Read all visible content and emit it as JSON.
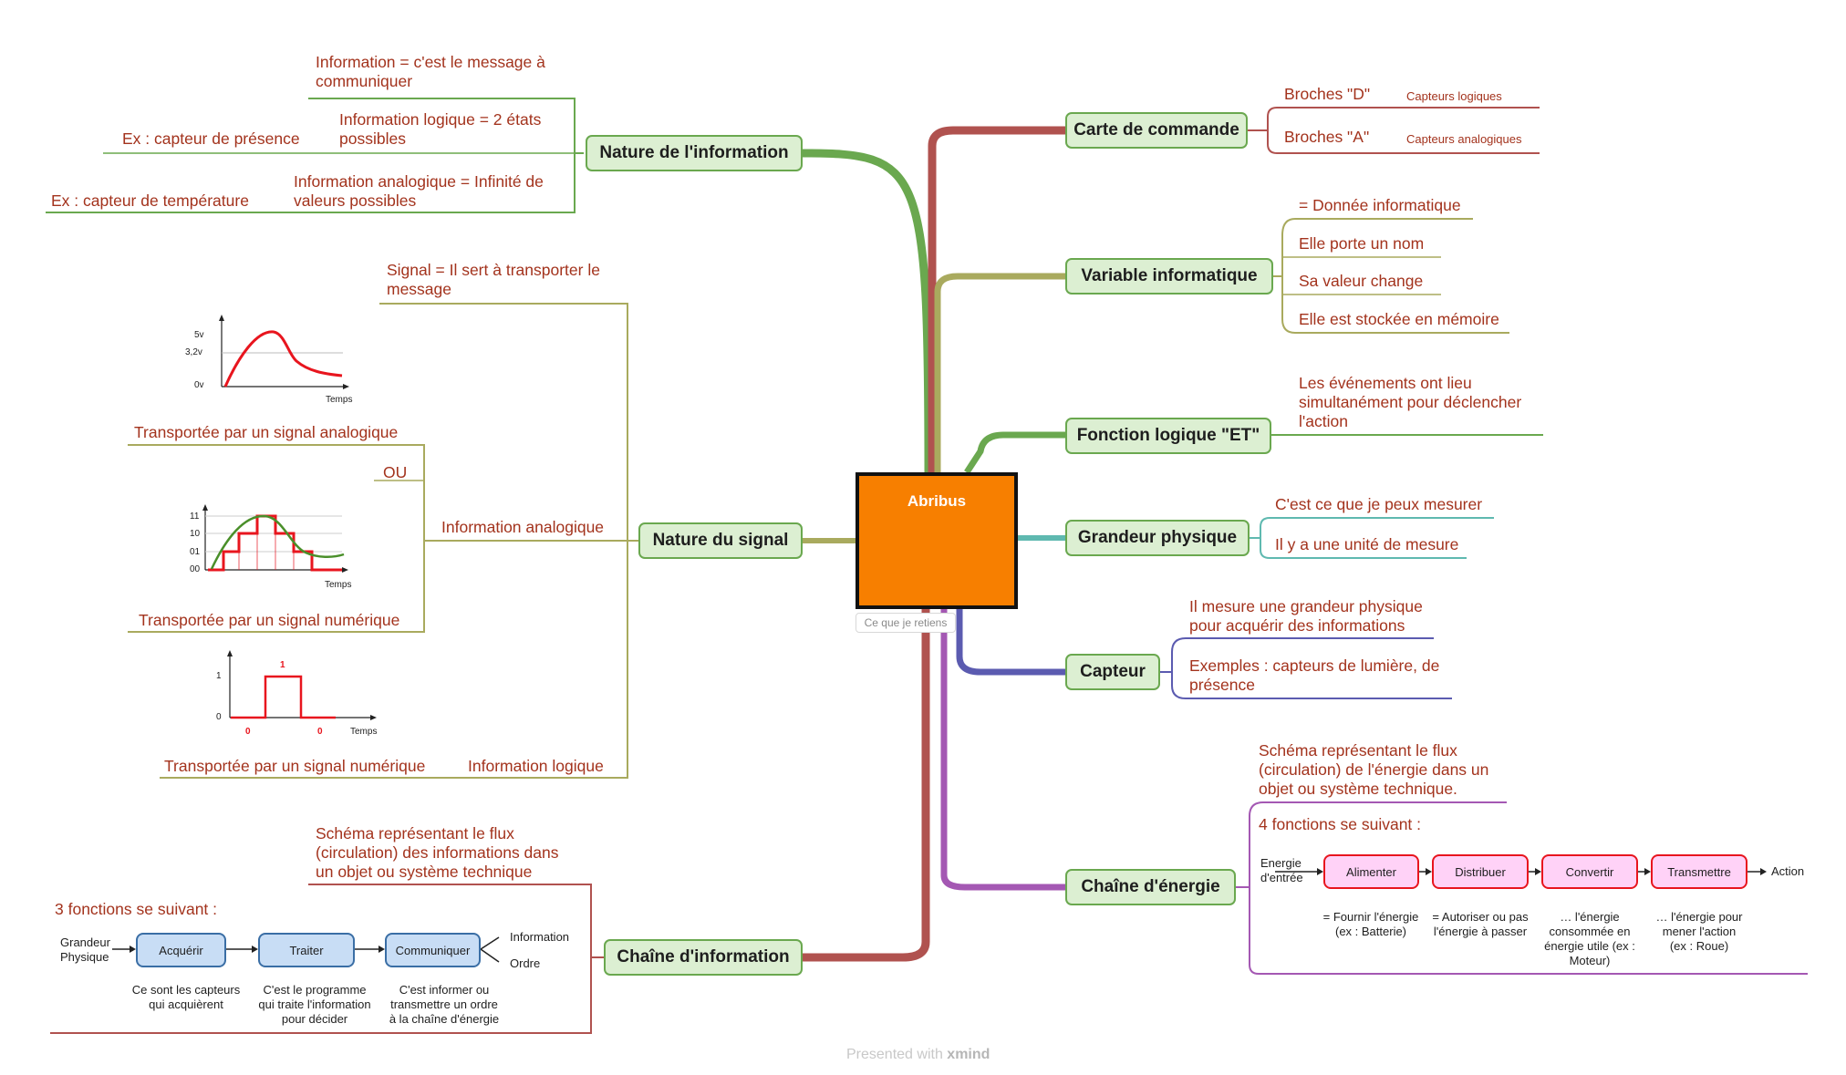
{
  "central": {
    "title": "Abribus",
    "tag": "Ce que je retiens"
  },
  "right": {
    "carte": {
      "label": "Carte de commande",
      "broche_d": "Broches \"D\"",
      "broche_a": "Broches \"A\"",
      "capteurs_logiques": "Capteurs logiques",
      "capteurs_analogiques": "Capteurs analogiques"
    },
    "variable": {
      "label": "Variable informatique",
      "items": [
        "= Donnée informatique",
        "Elle  porte un nom",
        "Sa valeur change",
        "Elle est stockée en mémoire"
      ]
    },
    "fonction": {
      "label": "Fonction logique \"ET\"",
      "lines": [
        "Les événements ont lieu",
        "simultanément pour déclencher",
        "l'action"
      ]
    },
    "grandeur": {
      "label": "Grandeur physique",
      "items": [
        "C'est ce que je peux mesurer",
        "Il y a une unité de mesure"
      ]
    },
    "capteur": {
      "label": "Capteur",
      "item1": [
        "Il mesure une grandeur physique",
        "pour acquérir des informations"
      ],
      "item2": [
        "Exemples : capteurs de lumière, de",
        "présence"
      ]
    },
    "energie": {
      "label": "Chaîne d'énergie",
      "desc": [
        "Schéma représentant le flux",
        "(circulation) de l'énergie dans un",
        "objet ou système technique."
      ],
      "fonctions": "4 fonctions se suivant :",
      "input": [
        "Energie",
        "d'entrée"
      ],
      "output": "Action",
      "boxes": [
        "Alimenter",
        "Distribuer",
        "Convertir",
        "Transmettre"
      ],
      "notes": [
        [
          "= Fournir l'énergie",
          "(ex : Batterie)"
        ],
        [
          "= Autoriser ou pas",
          "l'énergie à passer"
        ],
        [
          "… l'énergie",
          "consommée en",
          "énergie utile (ex :",
          "Moteur)"
        ],
        [
          "… l'énergie pour",
          "mener l'action",
          "(ex : Roue)"
        ]
      ]
    }
  },
  "left": {
    "nature_info": {
      "label": "Nature de l'information",
      "def": [
        "Information = c'est le message à",
        "communiquer"
      ],
      "logique": [
        "Information logique = 2 états",
        "possibles"
      ],
      "ex_presence": "Ex : capteur de présence",
      "analogique": [
        "Information analogique = Infinité de",
        "valeurs possibles"
      ],
      "ex_temperature": "Ex : capteur de température"
    },
    "nature_signal": {
      "label": "Nature du signal",
      "def": [
        "Signal = Il sert à transporter le",
        "message"
      ],
      "analog_signal": "Transportée par un signal analogique",
      "ou": "OU",
      "info_analogique": "Information analogique",
      "num_signal1": "Transportée par un signal numérique",
      "num_signal2": "Transportée par un signal numérique",
      "info_logique": "Information logique"
    },
    "chaine_info": {
      "label": "Chaîne d'information",
      "desc": [
        "Schéma représentant le flux",
        "(circulation) des informations dans",
        "un objet ou système technique"
      ],
      "fonctions": "3 fonctions se suivant :",
      "input": [
        "Grandeur",
        "Physique"
      ],
      "boxes": [
        "Acquérir",
        "Traiter",
        "Communiquer"
      ],
      "outputs": [
        "Information",
        "Ordre"
      ],
      "notes": [
        [
          "Ce sont les capteurs",
          "qui acquièrent"
        ],
        [
          "C'est le programme",
          "qui traite l'information",
          "pour décider"
        ],
        [
          "C'est informer ou",
          "transmettre un ordre",
          "à la chaîne d'énergie"
        ]
      ]
    }
  },
  "graphs": {
    "analog": {
      "y_ticks": [
        "5v",
        "3,2v",
        "0v"
      ],
      "xlabel": "Temps"
    },
    "numeric": {
      "y_ticks": [
        "11",
        "10",
        "01",
        "00"
      ],
      "xlabel": "Temps"
    },
    "logic": {
      "y_ticks": [
        "1",
        "0"
      ],
      "xlabel": "Temps",
      "high": "1",
      "low_left": "0",
      "low_right": "0"
    }
  },
  "footer": {
    "prefix": "Presented with",
    "brand": "xmind"
  },
  "colors": {
    "green": "#6aa84f",
    "olive": "#a9aa5e",
    "red": "#b0524f",
    "teal": "#5fb9b0",
    "indigo": "#5b5bb0",
    "purple": "#a458b3",
    "text": "#a3331d",
    "orange": "#f77f00"
  }
}
